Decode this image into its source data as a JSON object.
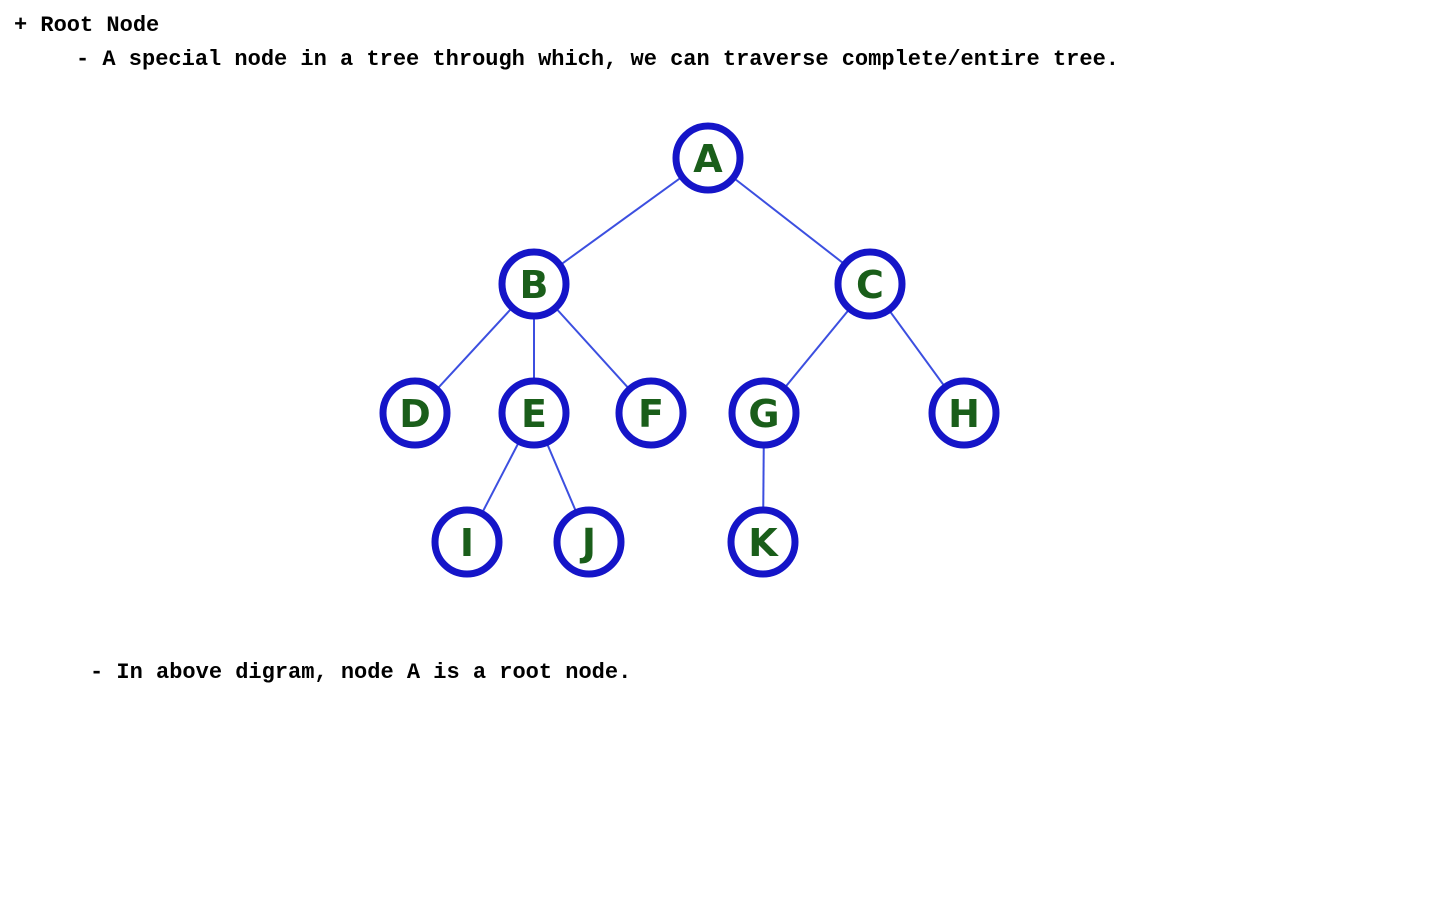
{
  "heading": "+ Root Node",
  "description": "- A special node in a tree through which, we can traverse complete/entire tree.",
  "note": "- In above digram, node A is a root node.",
  "tree": {
    "colors": {
      "node_ring": "#1515c8",
      "edge": "#3c4fe0",
      "label": "#1a5e1a",
      "fill": "#ffffff"
    },
    "nodes": [
      {
        "id": "A",
        "label": "A"
      },
      {
        "id": "B",
        "label": "B"
      },
      {
        "id": "C",
        "label": "C"
      },
      {
        "id": "D",
        "label": "D"
      },
      {
        "id": "E",
        "label": "E"
      },
      {
        "id": "F",
        "label": "F"
      },
      {
        "id": "G",
        "label": "G"
      },
      {
        "id": "H",
        "label": "H"
      },
      {
        "id": "I",
        "label": "I"
      },
      {
        "id": "J",
        "label": "J"
      },
      {
        "id": "K",
        "label": "K"
      }
    ],
    "edges": [
      {
        "from": "A",
        "to": "B"
      },
      {
        "from": "A",
        "to": "C"
      },
      {
        "from": "B",
        "to": "D"
      },
      {
        "from": "B",
        "to": "E"
      },
      {
        "from": "B",
        "to": "F"
      },
      {
        "from": "C",
        "to": "G"
      },
      {
        "from": "C",
        "to": "H"
      },
      {
        "from": "E",
        "to": "I"
      },
      {
        "from": "E",
        "to": "J"
      },
      {
        "from": "G",
        "to": "K"
      }
    ]
  }
}
